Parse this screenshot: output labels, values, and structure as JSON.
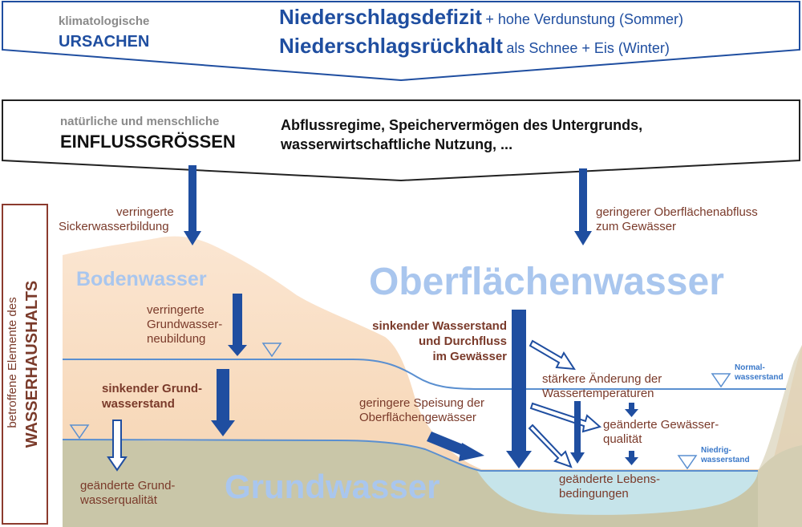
{
  "causes": {
    "small_label": "klimatologische",
    "big_label": "URSACHEN",
    "line1_bold": "Niederschlagsdefizit",
    "line1_rest": "+ hohe Verdunstung (Sommer)",
    "line2_bold": "Niederschlagsrückhalt",
    "line2_rest": "als Schnee + Eis (Winter)"
  },
  "factors": {
    "small_label": "natürliche und menschliche",
    "big_label": "EINFLUSSGRÖSSEN",
    "line1": "Abflussregime, Speichervermögen des Untergrunds,",
    "line2": "wasserwirtschaftliche Nutzung, ..."
  },
  "side_label": {
    "line1": "betroffene Elemente des",
    "line2": "WASSERHAUSHALTS"
  },
  "labels": {
    "seepage1": "verringerte",
    "seepage2": "Sickerwasserbildung",
    "runoff1": "geringerer Oberflächenabfluss",
    "runoff2": "zum Gewässer",
    "soil_water": "Bodenwasser",
    "surface_water": "Oberflächenwasser",
    "groundwater": "Grundwasser",
    "recharge1": "verringerte",
    "recharge2": "Grundwasser-",
    "recharge3": "neubildung",
    "gw_level1": "sinkender Grund-",
    "gw_level2": "wasserstand",
    "gw_quality1": "geänderte Grund-",
    "gw_quality2": "wasserqualität",
    "water_level1": "sinkender Wasserstand",
    "water_level2": "und Durchfluss",
    "water_level3": "im Gewässer",
    "feed1": "geringere Speisung der",
    "feed2": "Oberflächengewässer",
    "temp1": "stärkere Änderung der",
    "temp2": "Wassertemperaturen",
    "quality1": "geänderte Gewässer-",
    "quality2": "qualität",
    "life1": "geänderte Lebens-",
    "life2": "bedingungen",
    "normal1": "Normal-",
    "normal2": "wasserstand",
    "low1": "Niedrig-",
    "low2": "wasserstand"
  },
  "colors": {
    "dark_blue": "#1f4ea0",
    "light_blue_text": "#a9c6ee",
    "brown_text": "#7a3a2a",
    "soil": "#f8dcc0",
    "groundwater": "#c9c6a8",
    "river": "#c6e4ea",
    "water_line": "#5a8fd0"
  }
}
